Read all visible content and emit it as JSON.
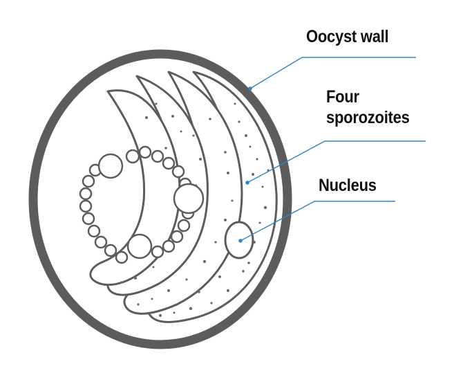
{
  "labels": {
    "oocyst_wall": "Oocyst wall",
    "sporozoites_line1": "Four",
    "sporozoites_line2": "sporozoites",
    "nucleus": "Nucleus"
  },
  "colors": {
    "outline": "#5c5c5c",
    "speckle": "#6a6a6a",
    "leader": "#2f86c6",
    "text": "#111111",
    "fill": "#ffffff"
  }
}
